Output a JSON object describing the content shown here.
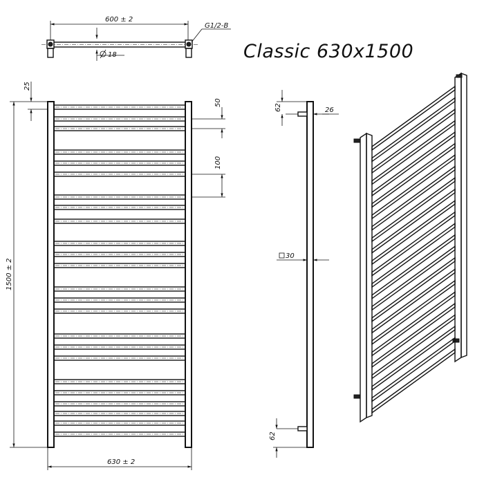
{
  "title": "Classic  630x1500",
  "top_view": {
    "width_label": "600 ± 2",
    "thread_label": "G1/2-B",
    "diameter_label": "18"
  },
  "front_view": {
    "height_label": "1500 ± 2",
    "width_label": "630 ± 2",
    "top_offset_label": "25",
    "spacing_small_label": "50",
    "spacing_large_label": "100"
  },
  "side_view": {
    "top_connection_label": "62",
    "bottom_connection_label": "62",
    "depth_label": "26",
    "profile_label": "30"
  }
}
